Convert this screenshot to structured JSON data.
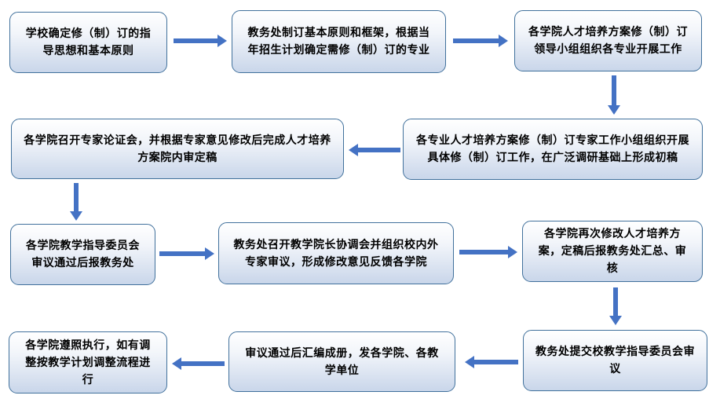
{
  "flowchart": {
    "steps": [
      "学校确定修（制）订的指导思想和基本原则",
      "教务处制订基本原则和框架，根据当年招生计划确定需修（制）订的专业",
      "各学院人才培养方案修（制）订领导小组组织各专业开展工作",
      "各专业人才培养方案修（制）订专家工作小组组织开展具体修（制）订工作，在广泛调研基础上形成初稿",
      "各学院召开专家论证会，并根据专家意见修改后完成人才培养方案院内审定稿",
      "各学院教学指导委员会审议通过后报教务处",
      "教务处召开教学院长协调会并组织校内外专家审议，形成修改意见反馈各学院",
      "各学院再次修改人才培养方案，定稿后报教务处汇总、审核",
      "教务处提交校教学指导委员会审议",
      "审议通过后汇编成册，发各学院、各教学单位",
      "各学院遵照执行，如有调整按教学计划调整流程进行"
    ]
  },
  "colors": {
    "box_border": "#41719c",
    "arrow_fill": "#4472c4"
  }
}
